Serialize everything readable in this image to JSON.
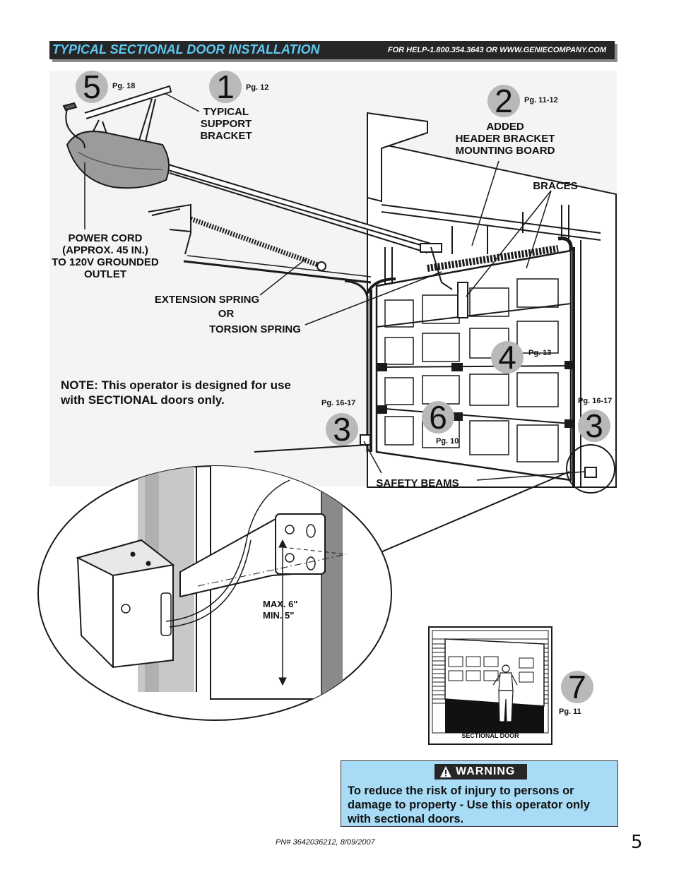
{
  "header": {
    "title": "TYPICAL SECTIONAL DOOR INSTALLATION",
    "help": "FOR HELP-1.800.354.3643 OR WWW.GENIECOMPANY.COM"
  },
  "steps": [
    {
      "number": "5",
      "page": "Pg. 18"
    },
    {
      "number": "1",
      "page": "Pg. 12"
    },
    {
      "number": "2",
      "page": "Pg. 11-12"
    },
    {
      "number": "4",
      "page": "Pg. 13"
    },
    {
      "number": "3",
      "page": "Pg. 16-17"
    },
    {
      "number": "6",
      "page": "Pg. 10"
    },
    {
      "number": "3",
      "page": "Pg. 16-17"
    },
    {
      "number": "7",
      "page": "Pg. 11"
    }
  ],
  "labels": {
    "support_bracket": [
      "TYPICAL",
      "SUPPORT",
      "BRACKET"
    ],
    "header_bracket": [
      "ADDED",
      "HEADER BRACKET",
      "MOUNTING BOARD"
    ],
    "braces": "BRACES",
    "power_cord": [
      "POWER CORD",
      "(APPROX. 45 IN.)",
      "TO 120V GROUNDED",
      "OUTLET"
    ],
    "extension_spring": "EXTENSION SPRING",
    "or": "OR",
    "torsion_spring": "TORSION SPRING",
    "safety_beams": "SAFETY BEAMS",
    "max_height": "MAX. 6\"",
    "min_height": "MIN. 5\"",
    "sectional_door": "SECTIONAL DOOR"
  },
  "note": "NOTE: This operator is designed for use with SECTIONAL doors only.",
  "warning": {
    "label": "WARNING",
    "text": "To reduce the risk of injury to persons or damage to property - Use this operator only with sectional doors."
  },
  "footer": {
    "part_number": "PN# 3642036212, 8/09/2007",
    "page_number": "5"
  },
  "colors": {
    "header_bg": "#262626",
    "header_title": "#5ec8f2",
    "warning_bg": "#a8dcf6",
    "step_circle": "#b9b9b9"
  }
}
